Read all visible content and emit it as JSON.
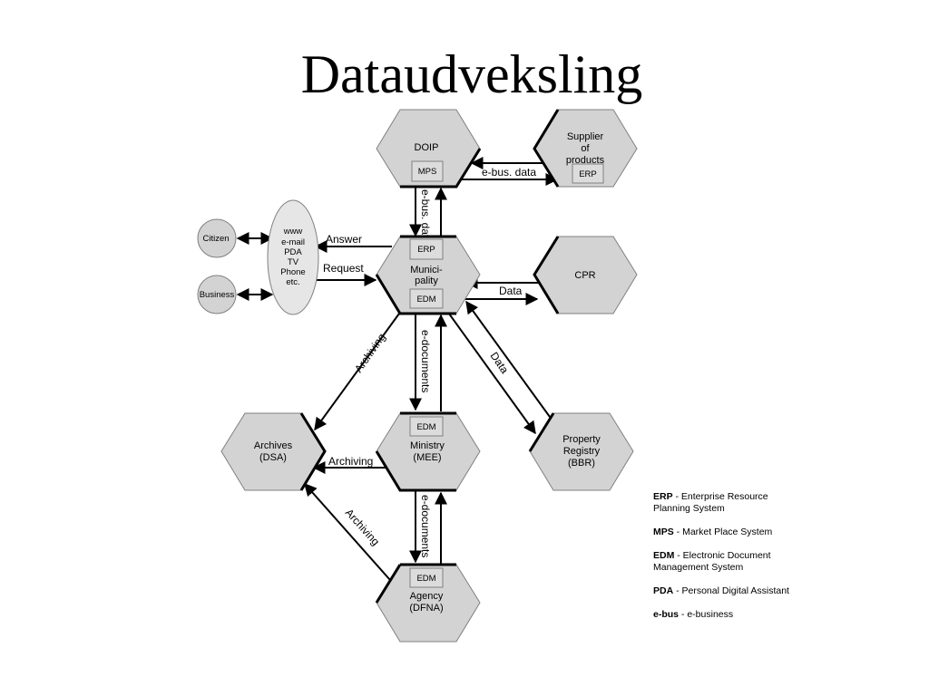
{
  "title": "Dataudveksling",
  "colors": {
    "node_fill": "#d3d3d3",
    "box_fill": "#dcdcdc",
    "line": "#000000"
  },
  "nodes": {
    "doip": {
      "label": [
        "DOIP"
      ],
      "box": "MPS"
    },
    "supplier": {
      "label": [
        "Supplier",
        "of",
        "products"
      ],
      "box": "ERP"
    },
    "municipality": {
      "label": [
        "Munici-",
        "pality"
      ],
      "box_top": "ERP",
      "box_bottom": "EDM"
    },
    "cpr": {
      "label": [
        "CPR"
      ]
    },
    "archives": {
      "label": [
        "Archives",
        "(DSA)"
      ]
    },
    "ministry": {
      "label": [
        "Ministry",
        "(MEE)"
      ],
      "box": "EDM"
    },
    "property": {
      "label": [
        "Property",
        "Registry",
        "(BBR)"
      ]
    },
    "agency": {
      "label": [
        "Agency",
        "(DFNA)"
      ],
      "box": "EDM"
    },
    "citizen": {
      "label": "Citizen"
    },
    "business": {
      "label": "Business"
    },
    "channels": {
      "label": [
        "www",
        "e-mail",
        "PDA",
        "TV",
        "Phone",
        "etc."
      ]
    }
  },
  "edges": {
    "doip_supplier": "e-bus. data",
    "doip_municipality": "e-bus. data",
    "answer": "Answer",
    "request": "Request",
    "municipality_cpr": "Data",
    "municipality_property": "Data",
    "municipality_ministry": "e-documents",
    "municipality_archives": "Archiving",
    "ministry_archives": "Archiving",
    "ministry_agency": "e-documents",
    "agency_archives": "Archiving"
  },
  "legend": [
    {
      "abbr": "ERP",
      "text": " - Enterprise Resource Planning System"
    },
    {
      "abbr": "MPS",
      "text": " - Market Place System"
    },
    {
      "abbr": "EDM",
      "text": " - Electronic Document Management System"
    },
    {
      "abbr": "PDA",
      "text": " - Personal Digital Assistant"
    },
    {
      "abbr": "e-bus",
      "text": " - e-business"
    }
  ]
}
